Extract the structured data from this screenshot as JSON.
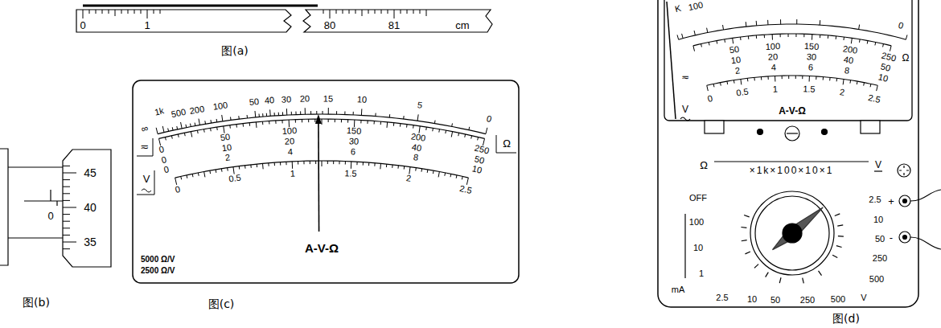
{
  "diagram": {
    "labels": [
      "0",
      "1",
      "80",
      "81",
      "cm",
      "图(a)",
      "45",
      "40",
      "35",
      "0",
      "图(b)",
      "∞",
      "1k",
      "500",
      "200",
      "100",
      "50",
      "40",
      "30",
      "20",
      "15",
      "10",
      "5",
      "0",
      "Ω",
      "≂",
      "0",
      "50",
      "100",
      "150",
      "200",
      "250",
      "0",
      "10",
      "20",
      "30",
      "40",
      "50",
      "0",
      "2",
      "4",
      "6",
      "8",
      "10",
      "V",
      "0",
      "0.5",
      "1",
      "1.5",
      "2",
      "2.5",
      "A-V-Ω",
      "5000 Ω/V",
      "2500 Ω/V",
      "图(c)",
      "K",
      "100",
      "0",
      "Ω",
      "≂",
      "50",
      "100",
      "150",
      "200",
      "250",
      "10",
      "20",
      "30",
      "40",
      "50",
      "2",
      "4",
      "6",
      "8",
      "10",
      "V",
      "0",
      "0.5",
      "1",
      "1.5",
      "2",
      "2.5",
      "A-V-Ω",
      "Ω",
      "×1k×100×10×1",
      "V",
      "OFF",
      "100",
      "10",
      "1",
      "mA",
      "2.5",
      "10",
      "50",
      "250",
      "500",
      "2.5",
      "10",
      "50",
      "250",
      "500",
      "V",
      "+",
      "-",
      "图(d)"
    ]
  }
}
